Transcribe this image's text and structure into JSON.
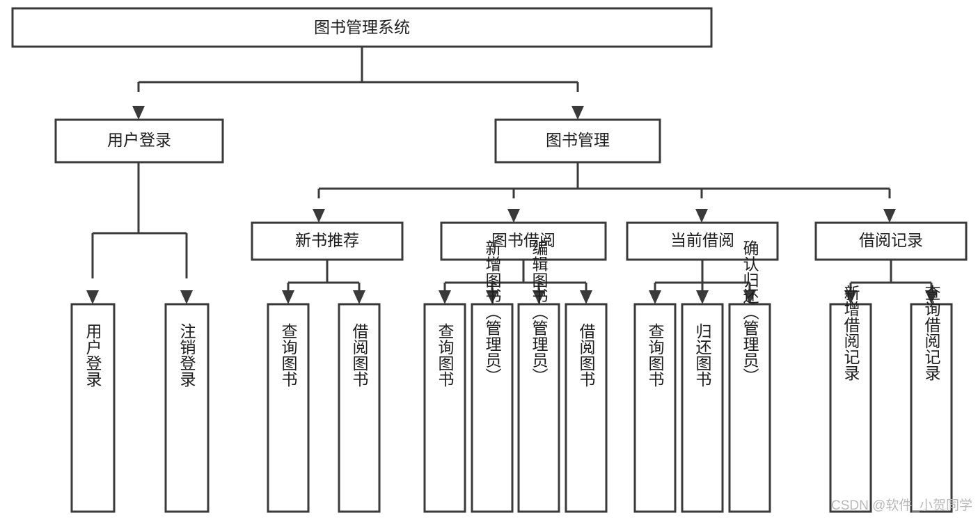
{
  "diagram": {
    "title": "图书管理系统",
    "type": "tree-hierarchy",
    "watermark": "CSDN @软件_小贺同学",
    "colors": {
      "stroke": "#3a3a3a",
      "fill": "#ffffff",
      "text": "#1d1d1d",
      "watermark": "#b9b9b9",
      "background": "#ffffff"
    },
    "levels": {
      "root": {
        "label": "图书管理系统"
      },
      "level2": [
        {
          "id": "user-login",
          "label": "用户登录"
        },
        {
          "id": "book-manage",
          "label": "图书管理"
        }
      ],
      "level3": [
        {
          "id": "new-book-recommend",
          "label": "新书推荐",
          "parent": "book-manage"
        },
        {
          "id": "book-borrow",
          "label": "图书借阅",
          "parent": "book-manage"
        },
        {
          "id": "current-borrow",
          "label": "当前借阅",
          "parent": "book-manage"
        },
        {
          "id": "borrow-record",
          "label": "借阅记录",
          "parent": "book-manage"
        }
      ],
      "leaves": [
        {
          "id": "leaf-user-login",
          "label": "用户登录",
          "parent": "user-login"
        },
        {
          "id": "leaf-user-logout",
          "label": "注销登录",
          "parent": "user-login"
        },
        {
          "id": "leaf-query-book-1",
          "label": "查询图书",
          "parent": "new-book-recommend"
        },
        {
          "id": "leaf-borrow-book-1",
          "label": "借阅图书",
          "parent": "new-book-recommend"
        },
        {
          "id": "leaf-query-book-2",
          "label": "查询图书",
          "parent": "book-borrow"
        },
        {
          "id": "leaf-add-book",
          "label": "新增图书（管理员）",
          "parent": "book-borrow"
        },
        {
          "id": "leaf-edit-book",
          "label": "编辑图书（管理员）",
          "parent": "book-borrow"
        },
        {
          "id": "leaf-borrow-book-2",
          "label": "借阅图书",
          "parent": "book-borrow"
        },
        {
          "id": "leaf-query-book-3",
          "label": "查询图书",
          "parent": "current-borrow"
        },
        {
          "id": "leaf-return-book",
          "label": "归还图书",
          "parent": "current-borrow"
        },
        {
          "id": "leaf-confirm-return",
          "label": "确认归还（管理员）",
          "parent": "current-borrow"
        },
        {
          "id": "leaf-add-record",
          "label": "新增借阅记录",
          "parent": "borrow-record"
        },
        {
          "id": "leaf-query-record",
          "label": "查询借阅记录",
          "parent": "borrow-record"
        }
      ]
    }
  }
}
